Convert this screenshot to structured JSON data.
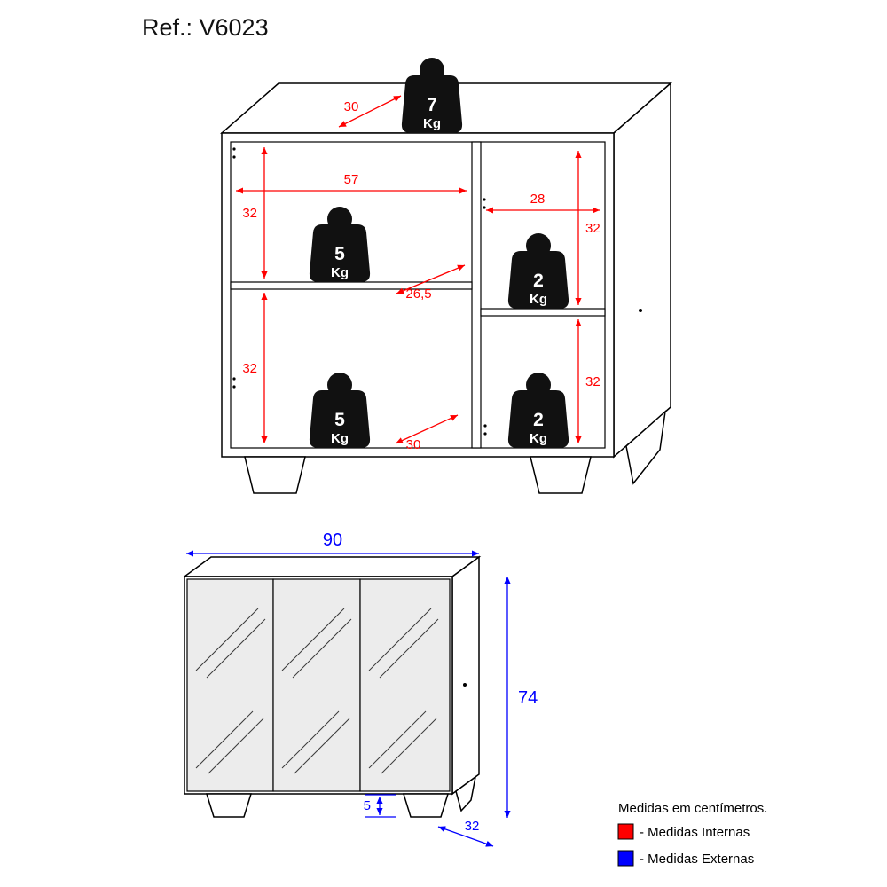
{
  "title": "Ref.: V6023",
  "internal_view": {
    "dims": {
      "top_depth": "30",
      "left_width": "57",
      "right_width": "28",
      "left_upper_height": "32",
      "left_lower_height": "32",
      "right_upper_height": "32",
      "right_lower_height": "32",
      "shelf_depth": "26,5",
      "bottom_depth": "30"
    },
    "weights": {
      "top": {
        "value": "7",
        "unit": "Kg"
      },
      "left_shelf": {
        "value": "5",
        "unit": "Kg"
      },
      "left_bottom": {
        "value": "5",
        "unit": "Kg"
      },
      "right_shelf": {
        "value": "2",
        "unit": "Kg"
      },
      "right_bottom": {
        "value": "2",
        "unit": "Kg"
      }
    }
  },
  "external_view": {
    "dims": {
      "width": "90",
      "height": "74",
      "foot_height": "5",
      "depth": "32"
    }
  },
  "legend": {
    "note": "Medidas em centímetros.",
    "internal": "- Medidas Internas",
    "external": "- Medidas Externas"
  },
  "colors": {
    "internal": "#ff0000",
    "external": "#0000ff"
  }
}
